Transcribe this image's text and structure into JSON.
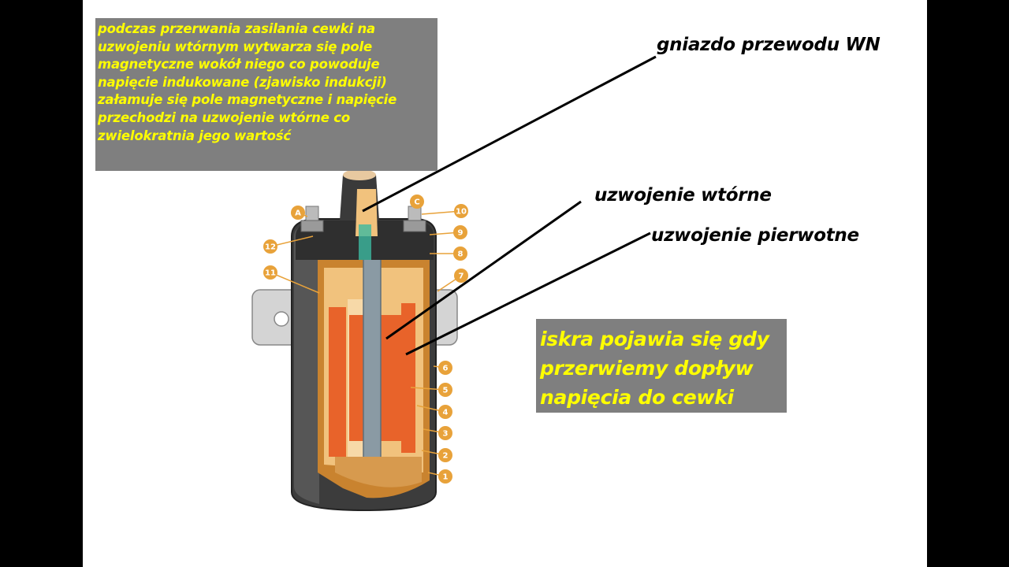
{
  "note_top": {
    "lines": [
      "podczas przerwania zasilania cewki na",
      "uzwojeniu wtórnym wytwarza się pole",
      "magnetyczne wokół niego co powoduje",
      "napięcie indukowane (zjawisko indukcji)",
      "załamuje się pole magnetyczne i napięcie",
      "przechodzi na uzwojenie wtórne co",
      "zwielokratnia jego wartość"
    ]
  },
  "note_right": {
    "lines": [
      "iskra pojawia się gdy",
      "przerwiemy dopływ",
      "napięcia do cewki"
    ]
  },
  "labels": {
    "hv_socket": "gniazdo przewodu WN",
    "secondary_winding": "uzwojenie wtórne",
    "primary_winding": "uzwojenie pierwotne"
  },
  "part_markers": [
    "1",
    "2",
    "3",
    "4",
    "5",
    "6",
    "7",
    "8",
    "9",
    "10",
    "11",
    "12",
    "A",
    "C"
  ],
  "colors": {
    "callout_bg": "#7f7f7f",
    "callout_text": "#ffff00",
    "marker": "#e8a23a",
    "coil_body": "#3c3c3c",
    "insulation": "#f1c27d",
    "winding": "#e8632a"
  }
}
